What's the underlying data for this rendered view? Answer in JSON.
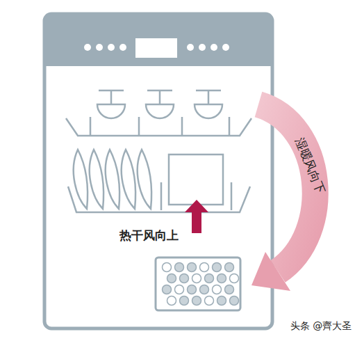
{
  "diagram": {
    "labels": [
      "湿暖风向下",
      "热干风向上",
      "头条 @齊大圣"
    ]
  }
}
